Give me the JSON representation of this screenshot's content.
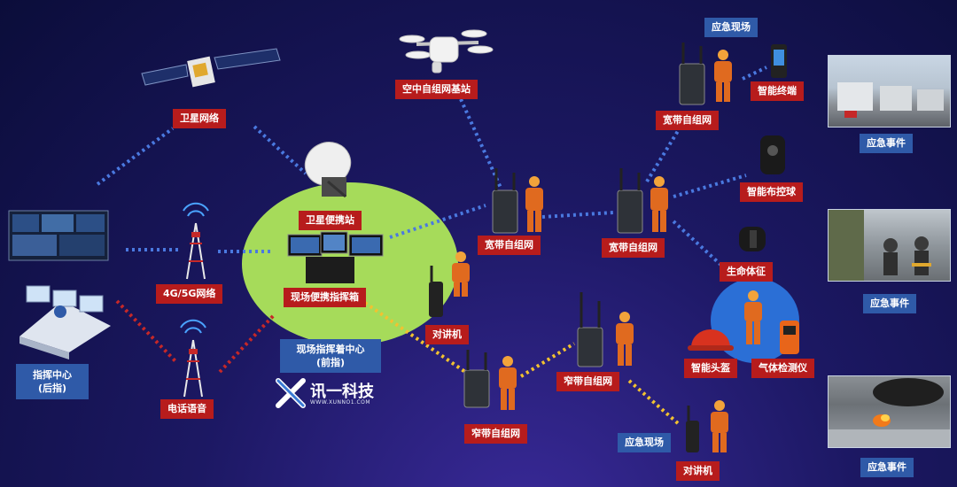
{
  "labels": {
    "satellite_network": "卫星网络",
    "air_mesh_station": "空中自组网基站",
    "satellite_portable": "卫星便携站",
    "cellular_network": "4G/5G网络",
    "phone_voice": "电话语音",
    "field_command_box": "现场便携指挥箱",
    "field_command_center_line1": "现场指挥着中心",
    "field_command_center_line2": "(前指)",
    "command_center_line1": "指挥中心",
    "command_center_line2": "(后指)",
    "broadband_mesh_1": "宽带自组网",
    "broadband_mesh_2": "宽带自组网",
    "broadband_mesh_3": "宽带自组网",
    "narrowband_mesh_1": "窄带自组网",
    "narrowband_mesh_2": "窄带自组网",
    "walkie_talkie_1": "对讲机",
    "walkie_talkie_2": "对讲机",
    "emergency_site_1": "应急现场",
    "emergency_site_2": "应急现场",
    "smart_terminal": "智能终端",
    "smart_dome_camera": "智能布控球",
    "vital_signs": "生命体征",
    "smart_helmet": "智能头盔",
    "gas_detector": "气体检测仪",
    "emergency_event_1": "应急事件",
    "emergency_event_2": "应急事件",
    "emergency_event_3": "应急事件"
  },
  "logo": {
    "brand": "讯一科技",
    "url": "WWW.XUNNO1.COM"
  },
  "colors": {
    "red_label": "#b71c1c",
    "blue_label": "#2f5aa8",
    "green_zone": "#a6db5a",
    "blue_zone": "#2b6fd6",
    "link_blue": "#4a79e0",
    "link_red": "#c62828",
    "link_yellow": "#f2c230"
  }
}
